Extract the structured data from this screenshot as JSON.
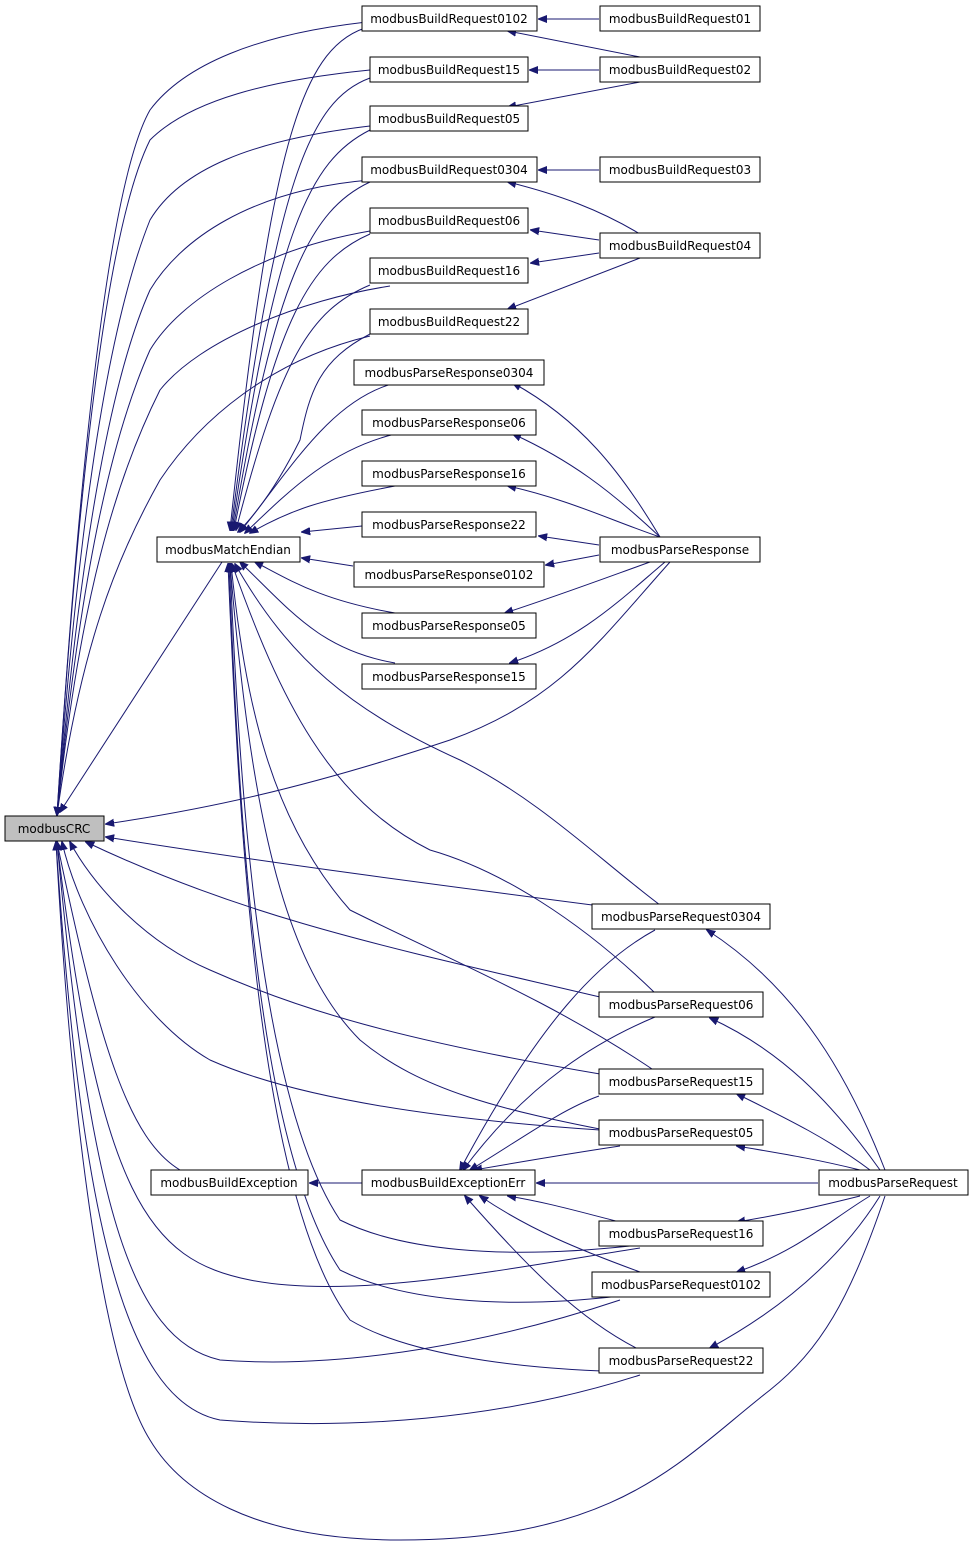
{
  "colors": {
    "edge": "#191970",
    "node_border": "#000000",
    "node_fill": "#ffffff",
    "root_fill": "#bfbfbf"
  },
  "nodes": {
    "crc": "modbusCRC",
    "endian": "modbusMatchEndian",
    "bex": "modbusBuildException",
    "bexe": "modbusBuildExceptionErr",
    "br0102": "modbusBuildRequest0102",
    "br15": "modbusBuildRequest15",
    "br05": "modbusBuildRequest05",
    "br0304": "modbusBuildRequest0304",
    "br06": "modbusBuildRequest06",
    "br16": "modbusBuildRequest16",
    "br22": "modbusBuildRequest22",
    "br01": "modbusBuildRequest01",
    "br02": "modbusBuildRequest02",
    "br03": "modbusBuildRequest03",
    "br04": "modbusBuildRequest04",
    "prs0304": "modbusParseResponse0304",
    "prs06": "modbusParseResponse06",
    "prs16": "modbusParseResponse16",
    "prs22": "modbusParseResponse22",
    "prs0102": "modbusParseResponse0102",
    "prs05": "modbusParseResponse05",
    "prs15": "modbusParseResponse15",
    "prs": "modbusParseResponse",
    "prq0304": "modbusParseRequest0304",
    "prq06": "modbusParseRequest06",
    "prq15": "modbusParseRequest15",
    "prq05": "modbusParseRequest05",
    "prq16": "modbusParseRequest16",
    "prq0102": "modbusParseRequest0102",
    "prq22": "modbusParseRequest22",
    "prq": "modbusParseRequest"
  }
}
